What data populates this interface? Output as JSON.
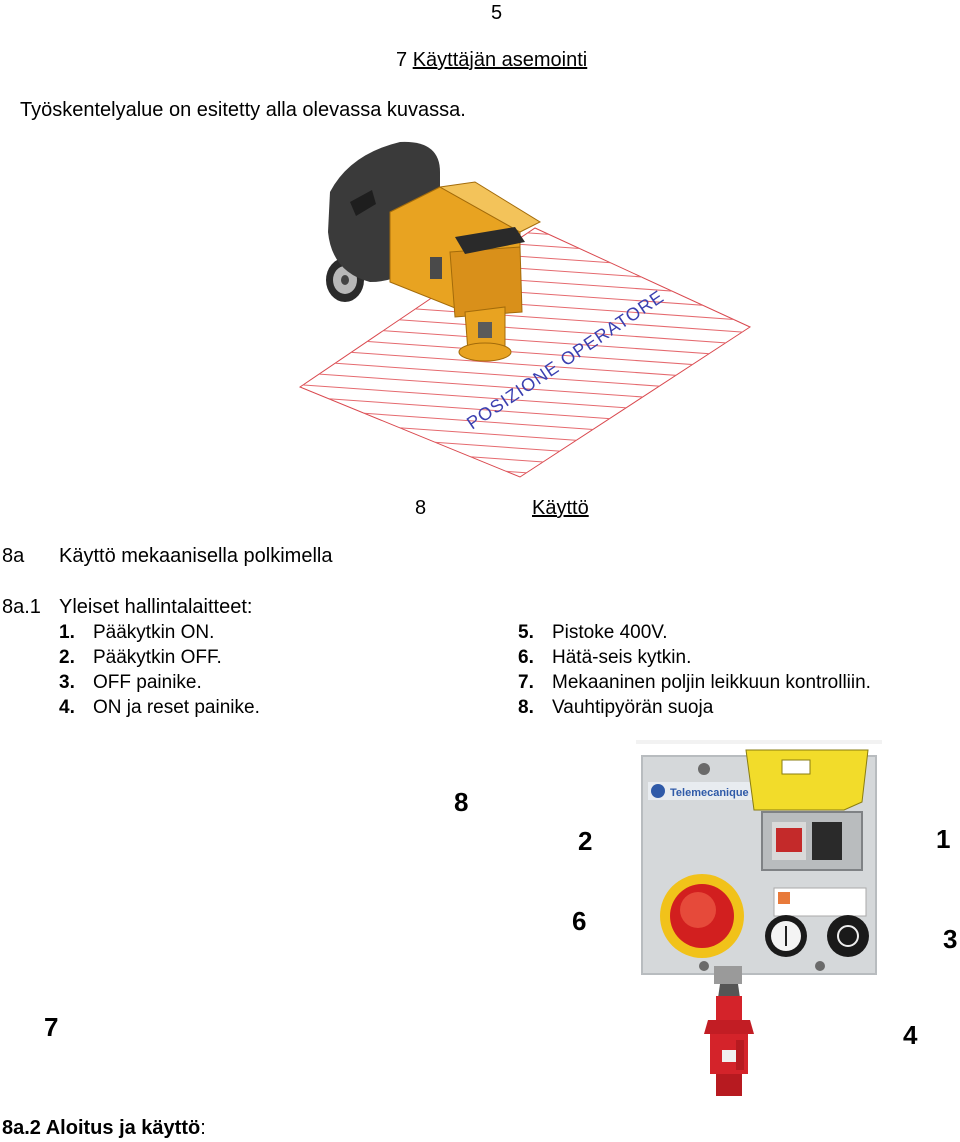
{
  "page_number": "5",
  "section7": {
    "number": "7",
    "title": "Käyttäjän asemointi"
  },
  "intro_text": "Työskentelyalue on esitetty alla olevassa kuvassa.",
  "figure1": {
    "floor_label": "POSIZIONE OPERATORE"
  },
  "section8": {
    "number": "8",
    "title": "Käyttö"
  },
  "section8a": {
    "number": "8a",
    "title": "Käyttö mekaanisella polkimella"
  },
  "section8a1": {
    "number": "8a.1",
    "title": "Yleiset hallintalaitteet:"
  },
  "controls_left": [
    {
      "num": "1.",
      "text": "Pääkytkin ON."
    },
    {
      "num": "2.",
      "text": "Pääkytkin OFF."
    },
    {
      "num": "3.",
      "text": "OFF painike."
    },
    {
      "num": "4.",
      "text": "ON ja reset painike."
    }
  ],
  "controls_right": [
    {
      "num": "5.",
      "text": "Pistoke 400V."
    },
    {
      "num": "6.",
      "text": "Hätä-seis kytkin."
    },
    {
      "num": "7.",
      "text": "Mekaaninen poljin leikkuun kontrolliin."
    },
    {
      "num": "8.",
      "text": "Vauhtipyörän suoja"
    }
  ],
  "figure2": {
    "brand": "Telemecanique",
    "callouts": {
      "c8": "8",
      "c2": "2",
      "c1": "1",
      "c6": "6",
      "c3": "3",
      "c7": "7",
      "c4": "4"
    }
  },
  "footer": {
    "bold": "8a.2 Aloitus ja käyttö",
    "rest": ":"
  }
}
